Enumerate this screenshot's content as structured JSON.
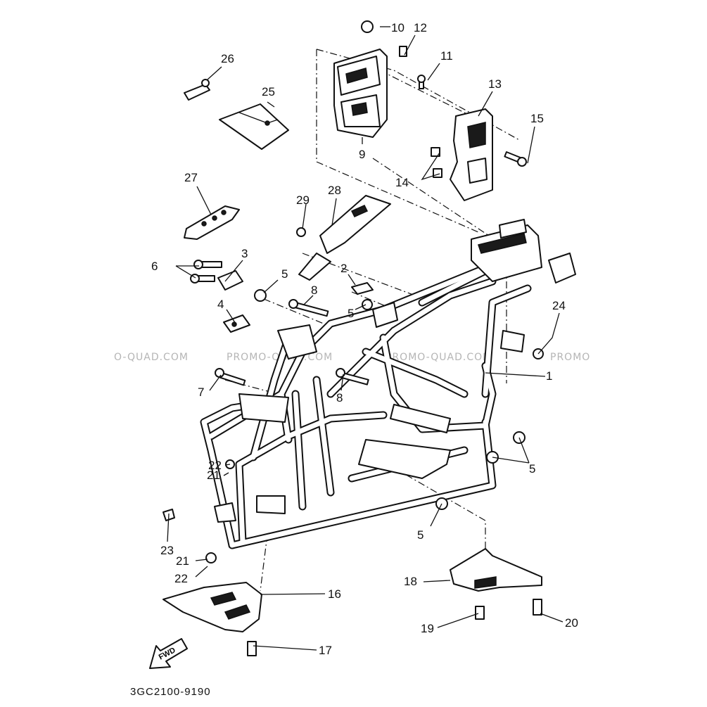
{
  "diagram": {
    "callouts": [
      "1",
      "2",
      "3",
      "4",
      "5",
      "5",
      "5",
      "5",
      "6",
      "7",
      "8",
      "8",
      "9",
      "10",
      "11",
      "12",
      "13",
      "14",
      "15",
      "16",
      "17",
      "18",
      "19",
      "20",
      "21",
      "21",
      "22",
      "22",
      "23",
      "24",
      "25",
      "26",
      "27",
      "28",
      "29"
    ],
    "part_code": "3GC2100-9190",
    "fwd_label": "FWD",
    "watermarks": [
      "O-QUAD.COM",
      "PROMO-QUAD.COM",
      "PROMO-QUAD.COM",
      "PROMO"
    ]
  }
}
